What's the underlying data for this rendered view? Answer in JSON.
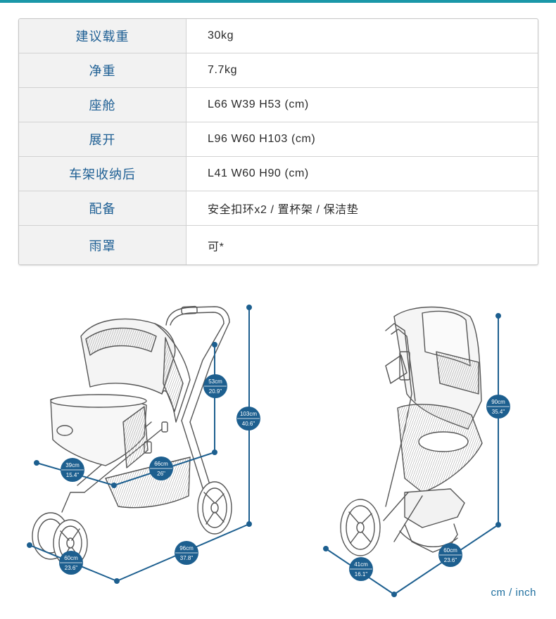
{
  "specs": [
    {
      "label": "建议载重",
      "value": "30kg"
    },
    {
      "label": "净重",
      "value": "7.7kg"
    },
    {
      "label": "座舱",
      "value": "L66 W39 H53 (cm)"
    },
    {
      "label": "展开",
      "value": "L96 W60 H103 (cm)"
    },
    {
      "label": "车架收纳后",
      "value": "L41 W60 H90 (cm)"
    },
    {
      "label": "配备",
      "value": "安全扣环x2 / 置杯架 / 保洁垫"
    },
    {
      "label": "雨罩",
      "value": "可*"
    }
  ],
  "diagram": {
    "open": {
      "cabin_height_cm": "53cm",
      "cabin_height_in": "20.9\"",
      "cabin_width_cm": "39cm",
      "cabin_width_in": "15.4\"",
      "cabin_length_cm": "66cm",
      "cabin_length_in": "26\"",
      "total_height_cm": "103cm",
      "total_height_in": "40.6\"",
      "total_width_cm": "60cm",
      "total_width_in": "23.6\"",
      "total_length_cm": "96cm",
      "total_length_in": "37.8\""
    },
    "folded": {
      "height_cm": "90cm",
      "height_in": "35.4\"",
      "width_cm": "60cm",
      "width_in": "23.6\"",
      "length_cm": "41cm",
      "length_in": "16.1\""
    }
  },
  "units_label": "cm / inch",
  "colors": {
    "accent": "#1a97a8",
    "dimension": "#1d5f8f",
    "label": "#1e5f94"
  }
}
